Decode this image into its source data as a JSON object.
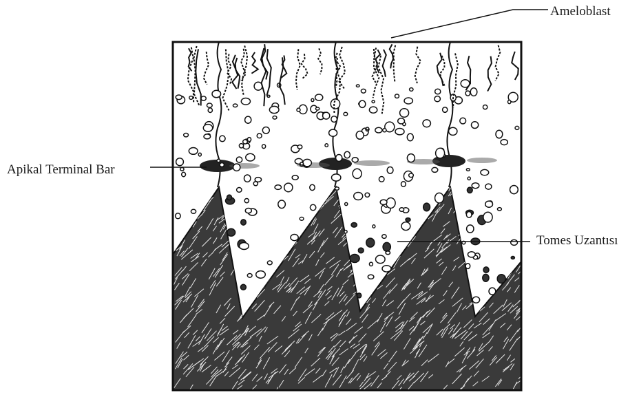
{
  "labels": {
    "ameloblast": "Ameloblast",
    "apikal_terminal_bar": "Apikal Terminal Bar",
    "tomes_uzantisi": "Tomes Uzantısı"
  },
  "colors": {
    "ink": "#1a1a1a",
    "paper": "#ffffff"
  }
}
